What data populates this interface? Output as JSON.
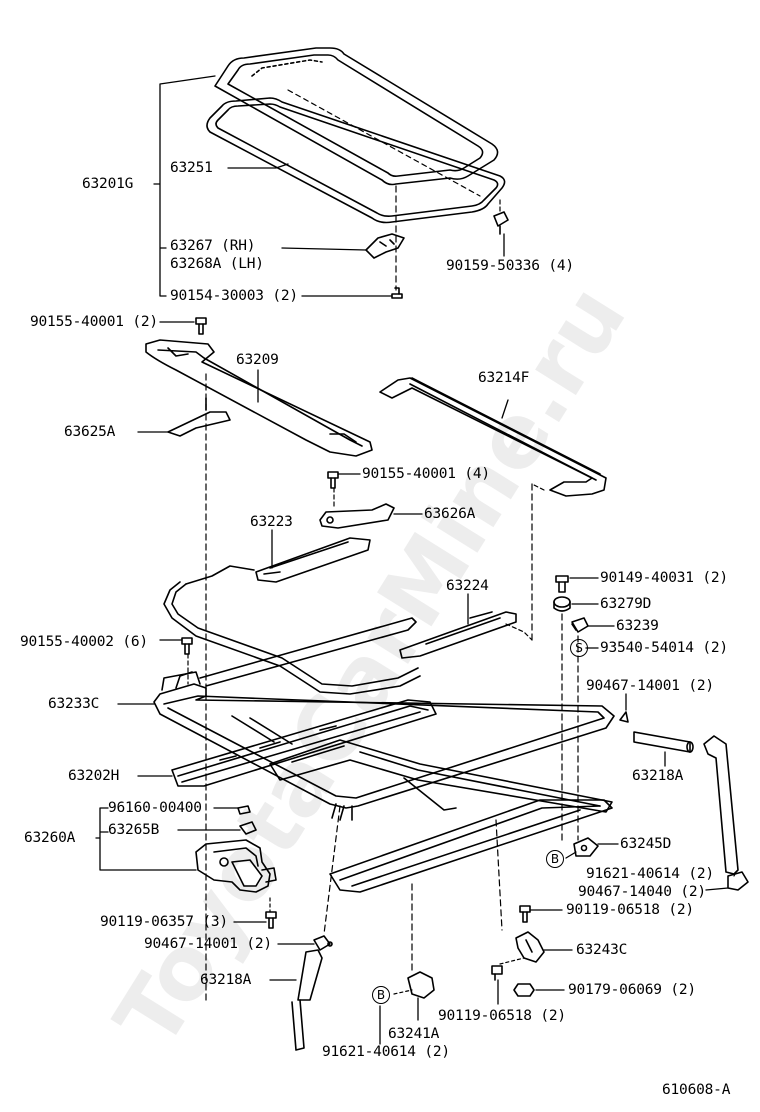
{
  "watermark": "ToyotaCarMine.ru",
  "diagram_ref": "610608-A",
  "stroke_color": "#000000",
  "labels": {
    "p63201G": "63201G",
    "p63251": "63251",
    "p63267": "63267  (RH)",
    "p63268A": "63268A (LH)",
    "p90154": "90154-30003 (2)",
    "p90159": "90159-50336 (4)",
    "p90155a": "90155-40001 (2)",
    "p63209": "63209",
    "p63214F": "63214F",
    "p63625A": "63625A",
    "p90155b": "90155-40001 (4)",
    "p63626A": "63626A",
    "p63223": "63223",
    "p63224": "63224",
    "p90149": "90149-40031 (2)",
    "p63279D": "63279D",
    "p63239": "63239",
    "p93540": "93540-54014 (2)",
    "pS": "S",
    "p90155c": "90155-40002 (6)",
    "p90467a": "90467-14001 (2)",
    "p63233C": "63233C",
    "p63218Ar": "63218A",
    "p63202H": "63202H",
    "p96160": "96160-00400",
    "p63265B": "63265B",
    "p63260A": "63260A",
    "p63245D": "63245D",
    "pB1": "B",
    "p91621a": "91621-40614 (2)",
    "p90467b": "90467-14040 (2)",
    "p90119a": "90119-06518 (2)",
    "p90119c": "90119-06357 (3)",
    "p63243C": "63243C",
    "p90467c": "90467-14001 (2)",
    "p90179": "90179-06069 (2)",
    "p63218Al": "63218A",
    "pB2": "B",
    "p63241A": "63241A",
    "p90119b": "90119-06518 (2)",
    "p91621b": "91621-40614 (2)"
  }
}
